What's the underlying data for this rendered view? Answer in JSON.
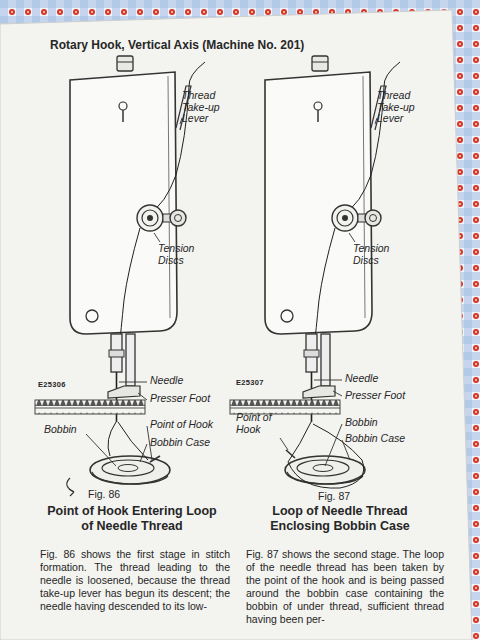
{
  "diagram": {
    "title": "Rotary Hook, Vertical Axis (Machine No. 201)",
    "labels": [
      "Thread Take-up Lever",
      "Tension Discs",
      "E25306",
      "Needle",
      "Presser Foot",
      "Point of Hook",
      "Bobbin",
      "Bobbin Case",
      "Fig. 86",
      "Point of Hook Entering Loop of Needle Thread",
      "Fig. 86 shows the first stage in stitch formation. The thread leading to the needle is loosened, because the thread take-up lever has begun its descent; the needle having descended to its low-",
      "Thread Take-up Lever",
      "Tension Discs",
      "E25307",
      "Needle",
      "Presser Foot",
      "Point of Hook",
      "Bobbin",
      "Bobbin Case",
      "Fig. 87",
      "Loop of Needle Thread Enclosing Bobbin Case",
      "Fig. 87 shows the second stage. The loop of the needle thread has been taken by the point of the hook and is being passed around the bobbin case containing the bobbin of under thread, sufficient thread having been per-"
    ]
  }
}
